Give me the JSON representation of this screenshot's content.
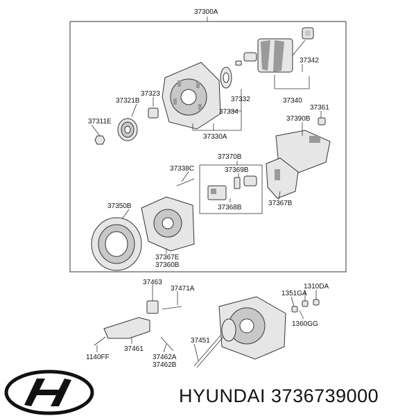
{
  "brand": "HYUNDAI",
  "part_number": "3736739000",
  "labels": {
    "assembly": "37300A",
    "l37342": "37342",
    "l37340": "37340",
    "l37323": "37323",
    "l37321B": "37321B",
    "l37332": "37332",
    "l37334": "37334",
    "l37311E": "37311E",
    "l37330A": "37330A",
    "l37361": "37361",
    "l37390B": "37390B",
    "l37370B": "37370B",
    "l37338C": "37338C",
    "l37369B": "37369B",
    "l37350B": "37350B",
    "l37368B": "37368B",
    "l37367B": "37367B",
    "l37367E": "37367E",
    "l37360B": "37360B",
    "l37463": "37463",
    "l37471A": "37471A",
    "l1351GA": "1351GA",
    "l1310DA": "1310DA",
    "l1360GG": "1360GG",
    "l37461": "37461",
    "l37451": "37451",
    "l1140FF": "1140FF",
    "l37462A": "37462A",
    "l37462B": "37462B"
  },
  "colors": {
    "line": "#333333",
    "part_fill": "#e6e6e6",
    "shade": "#9a9a9a"
  }
}
